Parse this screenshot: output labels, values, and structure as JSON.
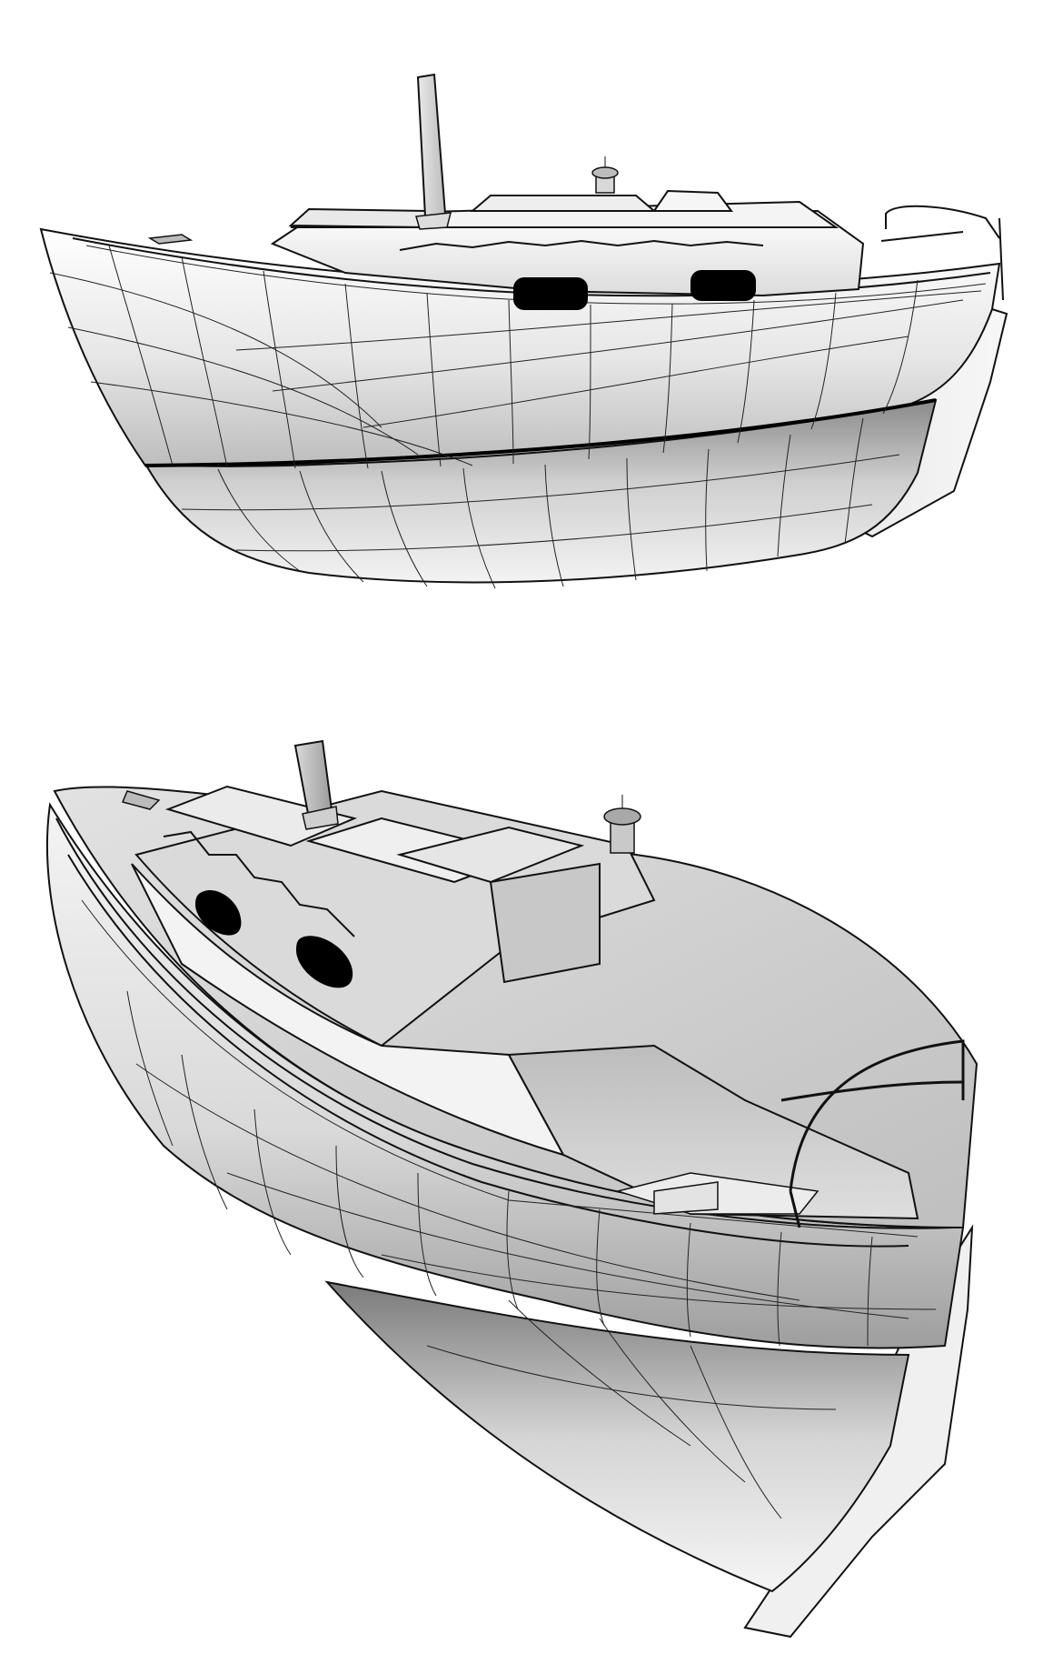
{
  "illustrations": [
    {
      "id": "side-view",
      "subject": "sailboat-hull"
    },
    {
      "id": "three-quarter-view",
      "subject": "sailboat-hull"
    }
  ],
  "colors": {
    "background": "#ffffff",
    "ink": "#111111",
    "hull_light": "#f2f2f2",
    "hull_mid": "#cfcfcf",
    "hull_dark": "#7d7d7d",
    "window": "#000000"
  }
}
